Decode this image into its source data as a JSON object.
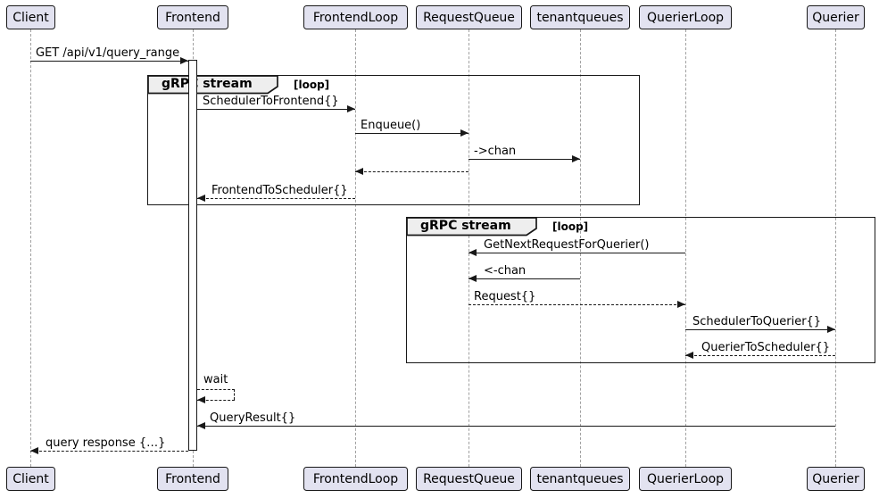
{
  "diagram_type": "sequence-diagram",
  "participants": [
    {
      "id": "client",
      "label": "Client"
    },
    {
      "id": "frontend",
      "label": "Frontend"
    },
    {
      "id": "frontend-loop",
      "label": "FrontendLoop"
    },
    {
      "id": "request-queue",
      "label": "RequestQueue"
    },
    {
      "id": "tenantqueues",
      "label": "tenantqueues"
    },
    {
      "id": "querier-loop",
      "label": "QuerierLoop"
    },
    {
      "id": "querier",
      "label": "Querier"
    }
  ],
  "groups": [
    {
      "title": "gRPC stream",
      "condition": "[loop]"
    },
    {
      "title": "gRPC stream",
      "condition": "[loop]"
    }
  ],
  "messages": {
    "get_query_range": "GET /api/v1/query_range",
    "scheduler_to_frontend": "SchedulerToFrontend{}",
    "enqueue": "Enqueue()",
    "to_chan": "->chan",
    "frontend_to_scheduler": "FrontendToScheduler{}",
    "get_next_request": "GetNextRequestForQuerier()",
    "from_chan": "<-chan",
    "request": "Request{}",
    "scheduler_to_querier": "SchedulerToQuerier{}",
    "querier_to_scheduler": "QuerierToScheduler{}",
    "wait": "wait",
    "query_result": "QueryResult{}",
    "query_response": "query response {…}"
  },
  "colors": {
    "participant_fill": "#E2E2F0",
    "border": "#181818",
    "lifeline": "#A0A0A0",
    "group_header_fill": "#EEEEEE",
    "background": "#FFFFFF"
  }
}
